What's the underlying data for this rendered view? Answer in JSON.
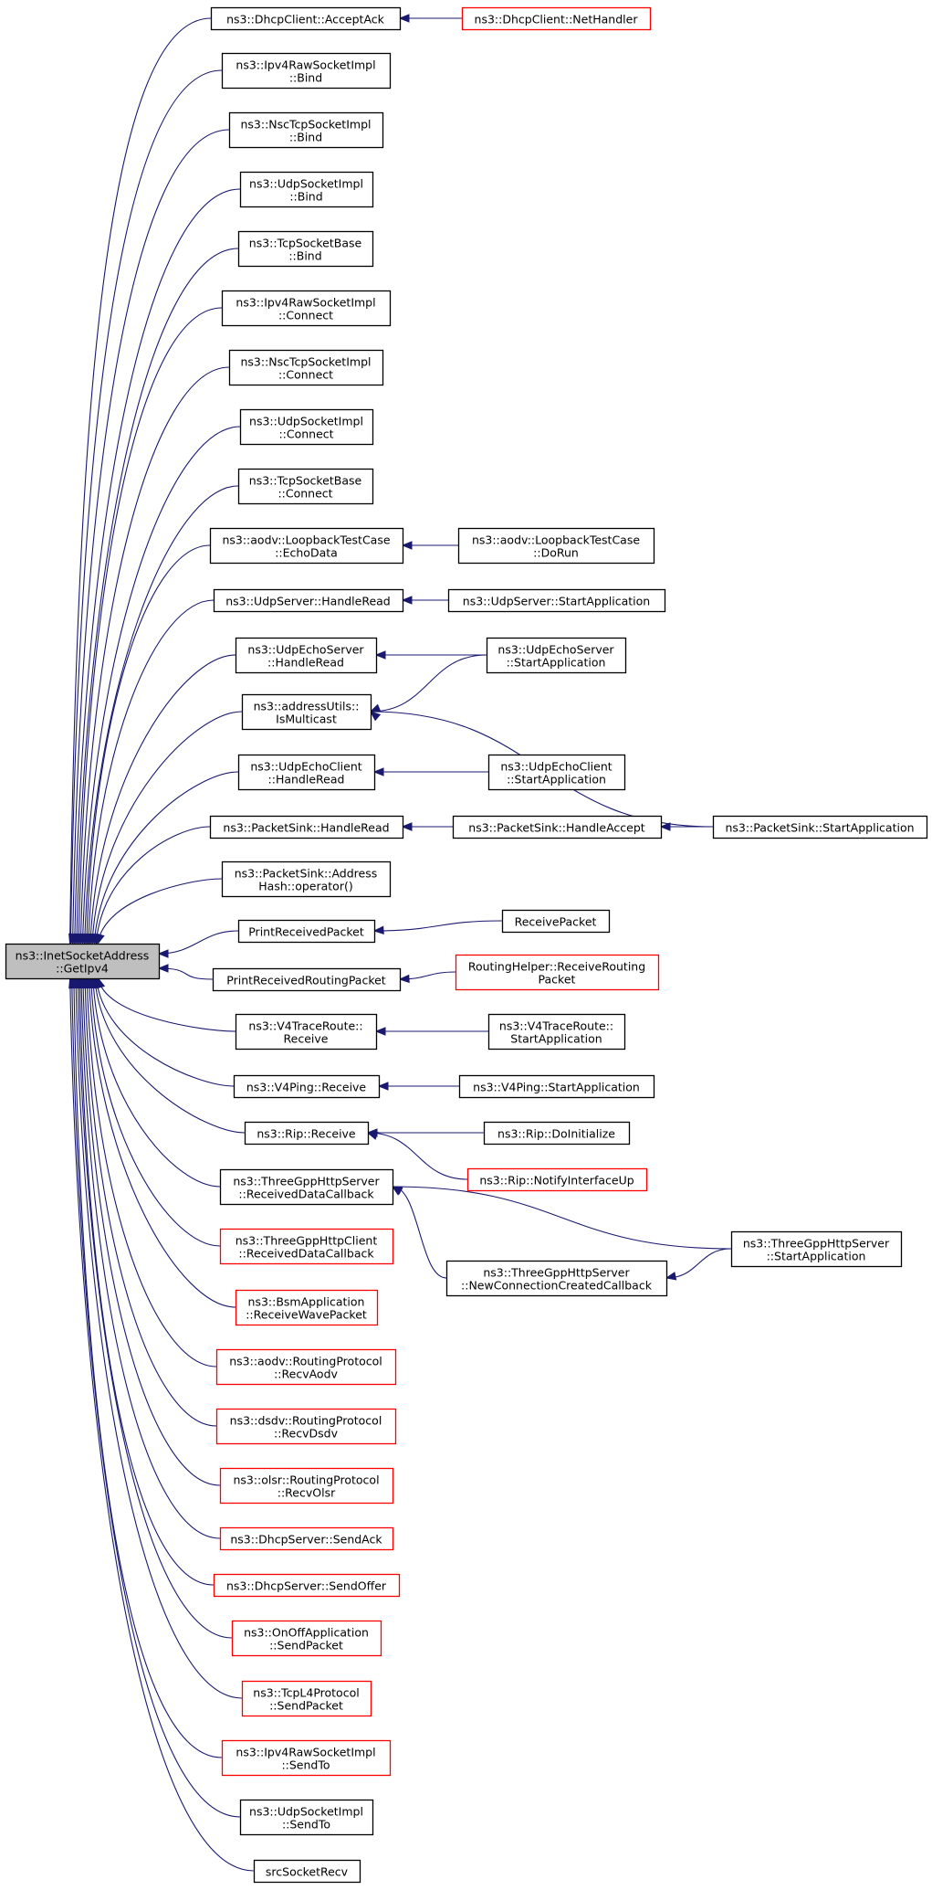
{
  "colors": {
    "edge": "#191970",
    "node_border": "#000000",
    "node_border_more": "#ff0000",
    "root_fill": "#bfbfbf",
    "node_fill": "#ffffff"
  },
  "nodes": [
    {
      "id": "root",
      "lines": [
        "ns3::InetSocketAddress",
        "::GetIpv4"
      ],
      "root": true
    },
    {
      "id": "dhcpc_acceptack",
      "lines": [
        "ns3::DhcpClient::AcceptAck"
      ]
    },
    {
      "id": "dhcpc_nethandler",
      "lines": [
        "ns3::DhcpClient::NetHandler"
      ],
      "more": true
    },
    {
      "id": "ipv4raw_bind",
      "lines": [
        "ns3::Ipv4RawSocketImpl",
        "::Bind"
      ]
    },
    {
      "id": "nsctcp_bind",
      "lines": [
        "ns3::NscTcpSocketImpl",
        "::Bind"
      ]
    },
    {
      "id": "udpsock_bind",
      "lines": [
        "ns3::UdpSocketImpl",
        "::Bind"
      ]
    },
    {
      "id": "tcpbase_bind",
      "lines": [
        "ns3::TcpSocketBase",
        "::Bind"
      ]
    },
    {
      "id": "ipv4raw_connect",
      "lines": [
        "ns3::Ipv4RawSocketImpl",
        "::Connect"
      ]
    },
    {
      "id": "nsctcp_connect",
      "lines": [
        "ns3::NscTcpSocketImpl",
        "::Connect"
      ]
    },
    {
      "id": "udpsock_connect",
      "lines": [
        "ns3::UdpSocketImpl",
        "::Connect"
      ]
    },
    {
      "id": "tcpbase_connect",
      "lines": [
        "ns3::TcpSocketBase",
        "::Connect"
      ]
    },
    {
      "id": "aodv_echodata",
      "lines": [
        "ns3::aodv::LoopbackTestCase",
        "::EchoData"
      ]
    },
    {
      "id": "aodv_dorun",
      "lines": [
        "ns3::aodv::LoopbackTestCase",
        "::DoRun"
      ]
    },
    {
      "id": "udpserver_handleread",
      "lines": [
        "ns3::UdpServer::HandleRead"
      ]
    },
    {
      "id": "udpserver_startapp",
      "lines": [
        "ns3::UdpServer::StartApplication"
      ]
    },
    {
      "id": "udpechoserver_handleread",
      "lines": [
        "ns3::UdpEchoServer",
        "::HandleRead"
      ]
    },
    {
      "id": "udpechoserver_startapp",
      "lines": [
        "ns3::UdpEchoServer",
        "::StartApplication"
      ]
    },
    {
      "id": "addrutils_ismulticast",
      "lines": [
        "ns3::addressUtils::",
        "IsMulticast"
      ]
    },
    {
      "id": "udpechoclient_handleread",
      "lines": [
        "ns3::UdpEchoClient",
        "::HandleRead"
      ]
    },
    {
      "id": "udpechoclient_startapp",
      "lines": [
        "ns3::UdpEchoClient",
        "::StartApplication"
      ]
    },
    {
      "id": "packetsink_handleread",
      "lines": [
        "ns3::PacketSink::HandleRead"
      ]
    },
    {
      "id": "packetsink_handleaccept",
      "lines": [
        "ns3::PacketSink::HandleAccept"
      ]
    },
    {
      "id": "packetsink_startapp",
      "lines": [
        "ns3::PacketSink::StartApplication"
      ]
    },
    {
      "id": "packetsink_addresshash",
      "lines": [
        "ns3::PacketSink::Address",
        "Hash::operator()"
      ]
    },
    {
      "id": "printreceivedpacket",
      "lines": [
        "PrintReceivedPacket"
      ]
    },
    {
      "id": "receivepacket",
      "lines": [
        "ReceivePacket"
      ]
    },
    {
      "id": "printreceivedrouting",
      "lines": [
        "PrintReceivedRoutingPacket"
      ]
    },
    {
      "id": "routinghelper_receive",
      "lines": [
        "RoutingHelper::ReceiveRouting",
        "Packet"
      ],
      "more": true
    },
    {
      "id": "v4traceroute_receive",
      "lines": [
        "ns3::V4TraceRoute::",
        "Receive"
      ]
    },
    {
      "id": "v4traceroute_startapp",
      "lines": [
        "ns3::V4TraceRoute::",
        "StartApplication"
      ]
    },
    {
      "id": "v4ping_receive",
      "lines": [
        "ns3::V4Ping::Receive"
      ]
    },
    {
      "id": "v4ping_startapp",
      "lines": [
        "ns3::V4Ping::StartApplication"
      ]
    },
    {
      "id": "rip_receive",
      "lines": [
        "ns3::Rip::Receive"
      ]
    },
    {
      "id": "rip_doinitialize",
      "lines": [
        "ns3::Rip::DoInitialize"
      ]
    },
    {
      "id": "rip_notifyinterfaceup",
      "lines": [
        "ns3::Rip::NotifyInterfaceUp"
      ],
      "more": true
    },
    {
      "id": "http_server_receiveddata",
      "lines": [
        "ns3::ThreeGppHttpServer",
        "::ReceivedDataCallback"
      ]
    },
    {
      "id": "http_server_newconn",
      "lines": [
        "ns3::ThreeGppHttpServer",
        "::NewConnectionCreatedCallback"
      ]
    },
    {
      "id": "http_server_startapp",
      "lines": [
        "ns3::ThreeGppHttpServer",
        "::StartApplication"
      ]
    },
    {
      "id": "http_client_receiveddata",
      "lines": [
        "ns3::ThreeGppHttpClient",
        "::ReceivedDataCallback"
      ],
      "more": true
    },
    {
      "id": "bsm_receivewave",
      "lines": [
        "ns3::BsmApplication",
        "::ReceiveWavePacket"
      ],
      "more": true
    },
    {
      "id": "aodv_recvaodv",
      "lines": [
        "ns3::aodv::RoutingProtocol",
        "::RecvAodv"
      ],
      "more": true
    },
    {
      "id": "dsdv_recvdsdv",
      "lines": [
        "ns3::dsdv::RoutingProtocol",
        "::RecvDsdv"
      ],
      "more": true
    },
    {
      "id": "olsr_recvolsr",
      "lines": [
        "ns3::olsr::RoutingProtocol",
        "::RecvOlsr"
      ],
      "more": true
    },
    {
      "id": "dhcpserver_sendack",
      "lines": [
        "ns3::DhcpServer::SendAck"
      ],
      "more": true
    },
    {
      "id": "dhcpserver_sendoffer",
      "lines": [
        "ns3::DhcpServer::SendOffer"
      ],
      "more": true
    },
    {
      "id": "onoff_sendpacket",
      "lines": [
        "ns3::OnOffApplication",
        "::SendPacket"
      ],
      "more": true
    },
    {
      "id": "tcpl4_sendpacket",
      "lines": [
        "ns3::TcpL4Protocol",
        "::SendPacket"
      ],
      "more": true
    },
    {
      "id": "ipv4raw_sendto",
      "lines": [
        "ns3::Ipv4RawSocketImpl",
        "::SendTo"
      ],
      "more": true
    },
    {
      "id": "udpsock_sendto",
      "lines": [
        "ns3::UdpSocketImpl",
        "::SendTo"
      ]
    },
    {
      "id": "srcsocketrecv",
      "lines": [
        "srcSocketRecv"
      ]
    }
  ],
  "edges": [
    [
      "dhcpc_acceptack",
      "root"
    ],
    [
      "ipv4raw_bind",
      "root"
    ],
    [
      "nsctcp_bind",
      "root"
    ],
    [
      "udpsock_bind",
      "root"
    ],
    [
      "tcpbase_bind",
      "root"
    ],
    [
      "ipv4raw_connect",
      "root"
    ],
    [
      "nsctcp_connect",
      "root"
    ],
    [
      "udpsock_connect",
      "root"
    ],
    [
      "tcpbase_connect",
      "root"
    ],
    [
      "aodv_echodata",
      "root"
    ],
    [
      "udpserver_handleread",
      "root"
    ],
    [
      "udpechoserver_handleread",
      "root"
    ],
    [
      "addrutils_ismulticast",
      "root"
    ],
    [
      "udpechoclient_handleread",
      "root"
    ],
    [
      "packetsink_handleread",
      "root"
    ],
    [
      "packetsink_addresshash",
      "root"
    ],
    [
      "printreceivedpacket",
      "root"
    ],
    [
      "printreceivedrouting",
      "root"
    ],
    [
      "v4traceroute_receive",
      "root"
    ],
    [
      "v4ping_receive",
      "root"
    ],
    [
      "rip_receive",
      "root"
    ],
    [
      "http_server_receiveddata",
      "root"
    ],
    [
      "http_client_receiveddata",
      "root"
    ],
    [
      "bsm_receivewave",
      "root"
    ],
    [
      "aodv_recvaodv",
      "root"
    ],
    [
      "dsdv_recvdsdv",
      "root"
    ],
    [
      "olsr_recvolsr",
      "root"
    ],
    [
      "dhcpserver_sendack",
      "root"
    ],
    [
      "dhcpserver_sendoffer",
      "root"
    ],
    [
      "onoff_sendpacket",
      "root"
    ],
    [
      "tcpl4_sendpacket",
      "root"
    ],
    [
      "ipv4raw_sendto",
      "root"
    ],
    [
      "udpsock_sendto",
      "root"
    ],
    [
      "srcsocketrecv",
      "root"
    ],
    [
      "dhcpc_nethandler",
      "dhcpc_acceptack"
    ],
    [
      "aodv_dorun",
      "aodv_echodata"
    ],
    [
      "udpserver_startapp",
      "udpserver_handleread"
    ],
    [
      "udpechoserver_startapp",
      "udpechoserver_handleread"
    ],
    [
      "udpechoserver_startapp",
      "addrutils_ismulticast"
    ],
    [
      "packetsink_startapp",
      "addrutils_ismulticast"
    ],
    [
      "udpechoclient_startapp",
      "udpechoclient_handleread"
    ],
    [
      "packetsink_handleaccept",
      "packetsink_handleread"
    ],
    [
      "packetsink_startapp",
      "packetsink_handleaccept"
    ],
    [
      "packetsink_startapp",
      "packetsink_handleread"
    ],
    [
      "receivepacket",
      "printreceivedpacket"
    ],
    [
      "routinghelper_receive",
      "printreceivedrouting"
    ],
    [
      "v4traceroute_startapp",
      "v4traceroute_receive"
    ],
    [
      "v4ping_startapp",
      "v4ping_receive"
    ],
    [
      "rip_doinitialize",
      "rip_receive"
    ],
    [
      "rip_notifyinterfaceup",
      "rip_receive"
    ],
    [
      "http_server_startapp",
      "http_server_receiveddata"
    ],
    [
      "http_server_newconn",
      "http_server_receiveddata"
    ],
    [
      "http_server_startapp",
      "http_server_newconn"
    ]
  ]
}
